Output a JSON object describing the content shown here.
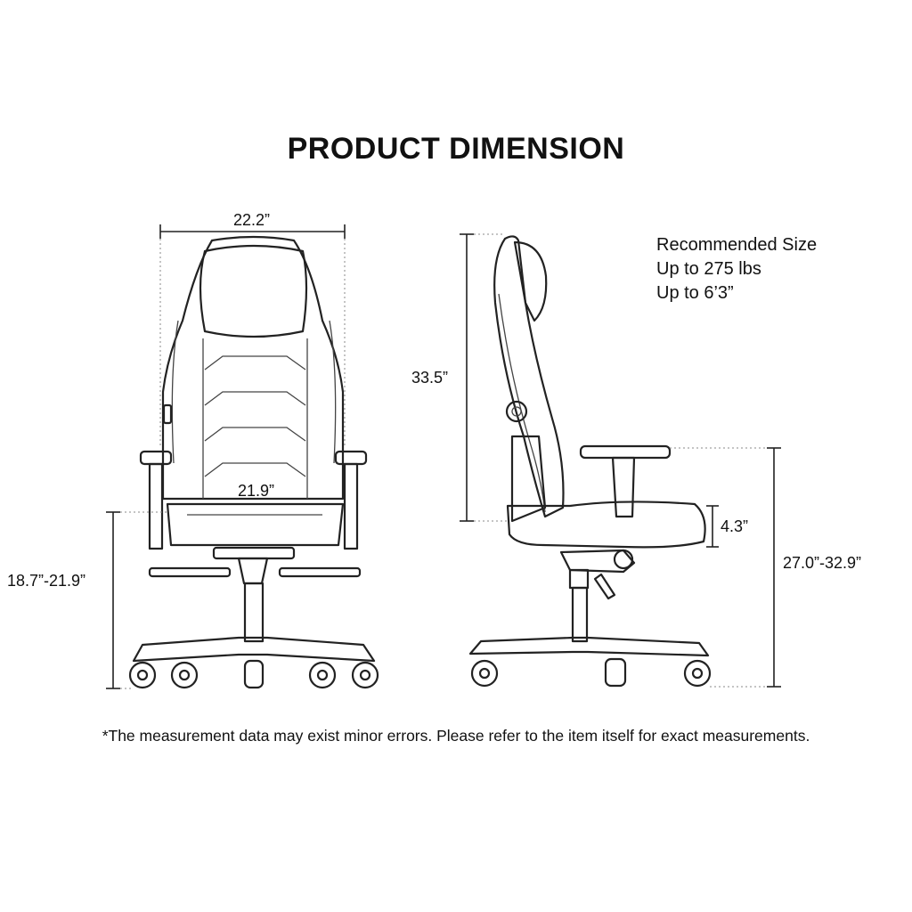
{
  "title": "PRODUCT DIMENSION",
  "front_view": {
    "width_total": "22.2”",
    "seat_width": "21.9”",
    "seat_height": "18.7”-21.9”"
  },
  "side_view": {
    "back_height": "33.5”",
    "seat_cushion_thickness": "4.3”",
    "armrest_height": "27.0”-32.9”"
  },
  "recommended": {
    "heading": "Recommended Size",
    "weight": "Up to 275 lbs",
    "height": "Up to 6’3”"
  },
  "footnote": "*The measurement data may exist minor errors. Please refer to the item itself for exact measurements."
}
